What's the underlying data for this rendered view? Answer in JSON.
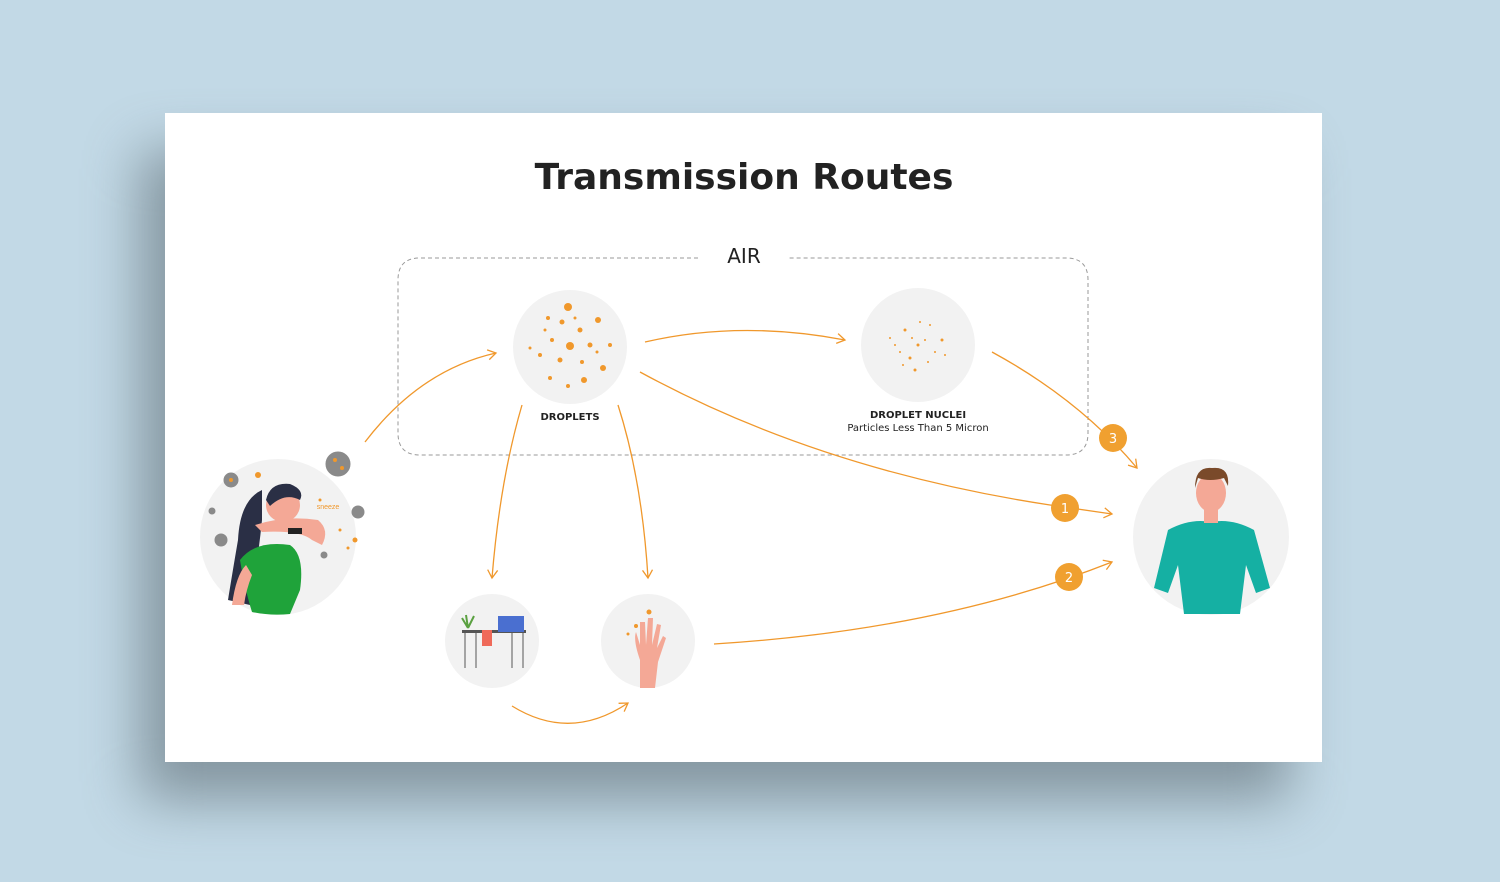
{
  "title": "Transmission Routes",
  "air_label": "AIR",
  "nodes": {
    "droplets": "DROPLETS",
    "droplet_nuclei": "DROPLET NUCLEI",
    "droplet_nuclei_sub": "Particles Less Than 5 Micron",
    "sneeze": "sneeze"
  },
  "routes": [
    "1",
    "2",
    "3"
  ],
  "colors": {
    "accent": "#f0a030",
    "background": "#c2d9e6",
    "circle": "#f2f2f2"
  }
}
